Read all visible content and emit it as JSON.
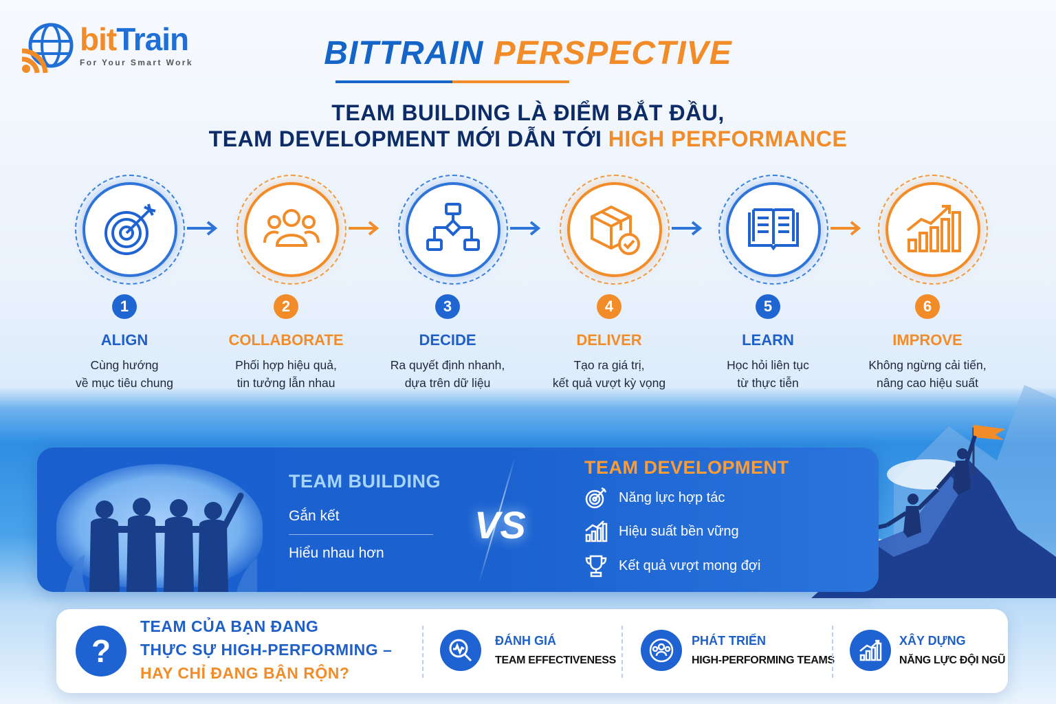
{
  "brand": {
    "name_part1": "bit",
    "name_part2": "Train",
    "tagline": "For Your Smart Work",
    "orange": "#f28c28",
    "blue": "#1f6fd6"
  },
  "header": {
    "title_part1": "BITTRAIN",
    "title_part2": "PERSPECTIVE",
    "subtitle_line1": "TEAM BUILDING LÀ ĐIỂM BẮT ĐẦU,",
    "subtitle_line2_prefix": "TEAM DEVELOPMENT MỚI DẪN TỚI",
    "subtitle_line2_highlight": "HIGH PERFORMANCE"
  },
  "steps": [
    {
      "number": "1",
      "title": "ALIGN",
      "desc_line1": "Cùng hướng",
      "desc_line2": "về mục tiêu chung",
      "icon": "target-icon",
      "accent": "blue"
    },
    {
      "number": "2",
      "title": "COLLABORATE",
      "desc_line1": "Phối hợp hiệu quả,",
      "desc_line2": "tin tưởng lẫn nhau",
      "icon": "team-icon",
      "accent": "orange"
    },
    {
      "number": "3",
      "title": "DECIDE",
      "desc_line1": "Ra quyết định nhanh,",
      "desc_line2": "dựa trên dữ liệu",
      "icon": "flowchart-icon",
      "accent": "blue"
    },
    {
      "number": "4",
      "title": "DELIVER",
      "desc_line1": "Tạo ra giá trị,",
      "desc_line2": "kết quả vượt kỳ vọng",
      "icon": "package-check-icon",
      "accent": "orange"
    },
    {
      "number": "5",
      "title": "LEARN",
      "desc_line1": "Học hỏi liên tục",
      "desc_line2": "từ thực tiễn",
      "icon": "book-icon",
      "accent": "blue"
    },
    {
      "number": "6",
      "title": "IMPROVE",
      "desc_line1": "Không ngừng cải tiến,",
      "desc_line2": "nâng cao hiệu suất",
      "icon": "growth-chart-icon",
      "accent": "orange"
    }
  ],
  "comparison": {
    "team_building": {
      "title": "TEAM BUILDING",
      "items": [
        "Gắn kết",
        "Hiểu nhau hơn"
      ]
    },
    "vs": "VS",
    "team_development": {
      "title": "TEAM DEVELOPMENT",
      "items": [
        {
          "icon": "target-icon",
          "label": "Năng lực hợp tác"
        },
        {
          "icon": "bar-chart-icon",
          "label": "Hiệu suất bền vững"
        },
        {
          "icon": "trophy-icon",
          "label": "Kết quả vượt mong đợi"
        }
      ]
    }
  },
  "footer": {
    "question_icon": "?",
    "question_line1": "TEAM CỦA BẠN ĐANG",
    "question_line2": "THỰC SỰ HIGH-PERFORMING –",
    "question_line3": "HAY CHỈ ĐANG BẬN RỘN?",
    "actions": [
      {
        "icon": "magnifier-chart-icon",
        "title": "ĐÁNH GIÁ",
        "subtitle": "TEAM EFFECTIVENESS"
      },
      {
        "icon": "team-circle-icon",
        "title": "PHÁT TRIỂN",
        "subtitle": "HIGH-PERFORMING TEAMS"
      },
      {
        "icon": "growth-chart-icon",
        "title": "XÂY DỰNG",
        "subtitle": "NĂNG LỰC ĐỘI NGŨ"
      }
    ]
  }
}
